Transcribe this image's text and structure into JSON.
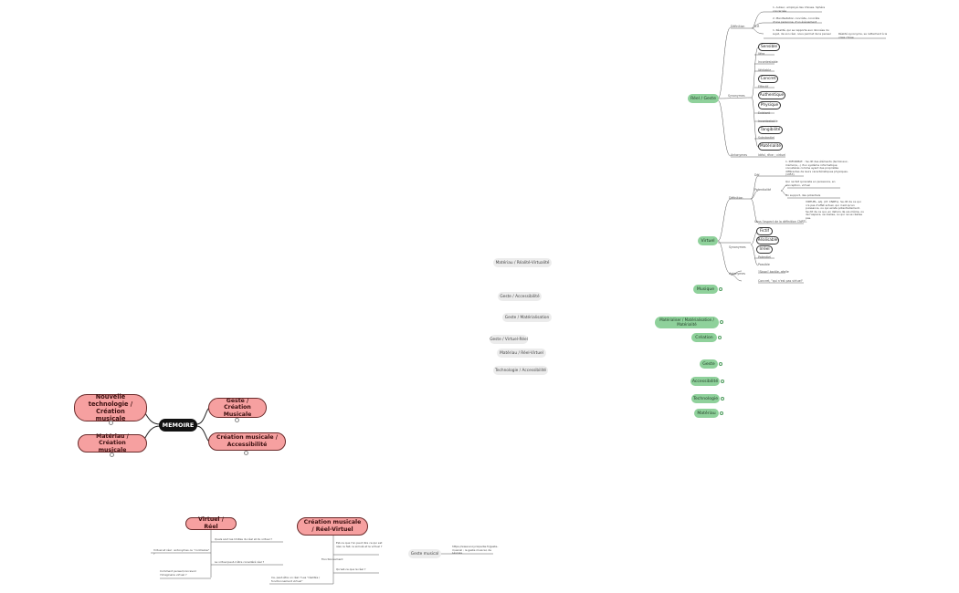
{
  "root": "MEMOIRE",
  "main_topics": {
    "nouvelle": "Nouvelle technologie / Création musicale",
    "geste_creation": "Geste / Création Musicale",
    "materiau_creation": "Matériau / Création musicale",
    "creation_access": "Création musicale / Accessibilité"
  },
  "green_topics": {
    "reel_geste": "Réel / Geste",
    "virtuel": "Virtuel",
    "musique": "Musique",
    "materialisation": "Matérialiser / Matérialisation / Matérialité",
    "creation": "Création",
    "geste": "Geste",
    "accessibilite": "Accessibilité",
    "technologie": "Technologie",
    "materiau": "Matériau"
  },
  "grey_topics": {
    "materiau_realite": "Matériau / Réalité-Virtualité",
    "geste_access": "Geste / Accessibilité",
    "geste_materialisation": "Geste / Matérialisation",
    "geste_virtuel": "Geste / Virtuel-Réel",
    "materiau_reel": "Matériau / Réel-Virtuel",
    "techno_access": "Technologie / Accessibilité",
    "geste_musical": "Geste musical"
  },
  "reel_branch": {
    "definition_label": "Définition",
    "def_sub": "R.R",
    "def_texts": [
      "1. Auteur, employé des Choses. Sphère concernée",
      "2. Manifestation concrète, concrète d'une personne, d'un évènement",
      "1. Réalité, qui se rapporte aux données du sujet, de son réel, nous permet de le penser"
    ],
    "def_extra": "Réalité synonyme, se rattachant à la vraie chose",
    "synonymes_label": "Synonymes",
    "synonymes": [
      "Sensible",
      "Véritable",
      "Authentique",
      "Physique",
      "Concret",
      "Tangibilité",
      "Matérialité"
    ],
    "syn_small": [
      "Véra",
      "Incontestable",
      "Véritable",
      "Effectif",
      "Existant",
      "Incontestable",
      "Substantiel"
    ],
    "antonymes_label": "Antonymes",
    "antonymes_text": "Idéal, rêve ; virtuel"
  },
  "virtuel_branch": {
    "definition_label": "Définition",
    "def_sub": "Déf",
    "def_text": "1. INFORMAT. : Se dit des éléments (terminaux, mémoire...) d'un système informatique considérés comme ayant des propriétés différentes de leurs caractéristiques physiques. (1953)",
    "def2_label": "Potentialité",
    "def2_texts": [
      "Qui ne fait qu'existe en puissance, en conception, virtuel",
      "Un support, des potentiels"
    ],
    "def3_label": "Sous l'aspect de la définition CNRTL",
    "def3_text": "VIRTUEL, adj. (Cf. CNRTL). Se dit de ce qui n'a pas d'effet actuel, qui n'est qu'en puissance, ou qui existe potentiellement. Se dit de ce qui, en dehors de soi-même, ou de l'espace, se réalise, ou qui ne se réalise pas.",
    "synonymes_label": "Synonymes",
    "synonymes": [
      "Fictif",
      "Réalisable",
      "Irréel"
    ],
    "syn_small": [
      "Potentiel",
      "Possible"
    ],
    "antonymes_label": "Antonymes",
    "ant_texts": [
      "\"Sinon\" tactile, réelle",
      "Concret, \"qui n'est pas virtuel\""
    ]
  },
  "bottom": {
    "virtuel_reel": "Virtuel / Réel",
    "creation_reel": "Création musicale / Réel-Virtuel",
    "vr_texts": [
      "Quels sont les limites du réel et du virtuel ?",
      "Virtuel et réel : antonymes ou \"contraires\" ?",
      "Le virtuel peut-il être considéré réel ?",
      "Comment penser/concevoir l'imaginaire virtuel ?"
    ],
    "cr_texts": [
      "Est-ce que l'on peut dire ce qui est réel, le fait, le simulé et le virtuel ?",
      "Fonctionnement",
      "Qu'est-ce que le réel ?",
      "Ca, peut-être un réel ? Les \"réalités / fonctionnement virtuel\""
    ],
    "geste_musical_text": "https://www.encyclopedie.fr/geste-musical ; le geste musical, de Lévinas"
  }
}
